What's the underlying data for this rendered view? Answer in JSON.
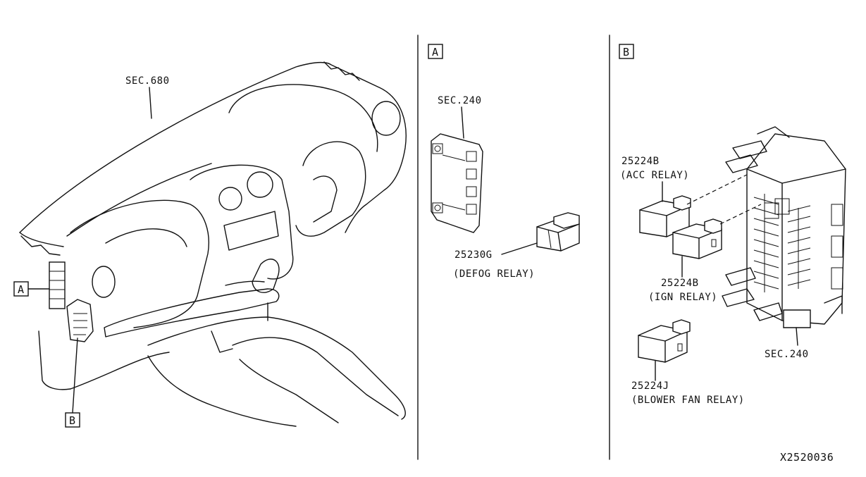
{
  "diagram_id": "X2520036",
  "panels": {
    "dash": {
      "sec_label": "SEC.680",
      "callout_a": "A",
      "callout_b": "B"
    },
    "a": {
      "tag": "A",
      "sec_label": "SEC.240",
      "part_number": "25230G",
      "part_desc": "(DEFOG RELAY)"
    },
    "b": {
      "tag": "B",
      "parts": [
        {
          "number": "25224B",
          "desc": "(ACC RELAY)"
        },
        {
          "number": "25224B",
          "desc": "(IGN RELAY)"
        },
        {
          "number": "25224J",
          "desc": "(BLOWER FAN  RELAY)"
        }
      ],
      "sec_label": "SEC.240"
    }
  }
}
